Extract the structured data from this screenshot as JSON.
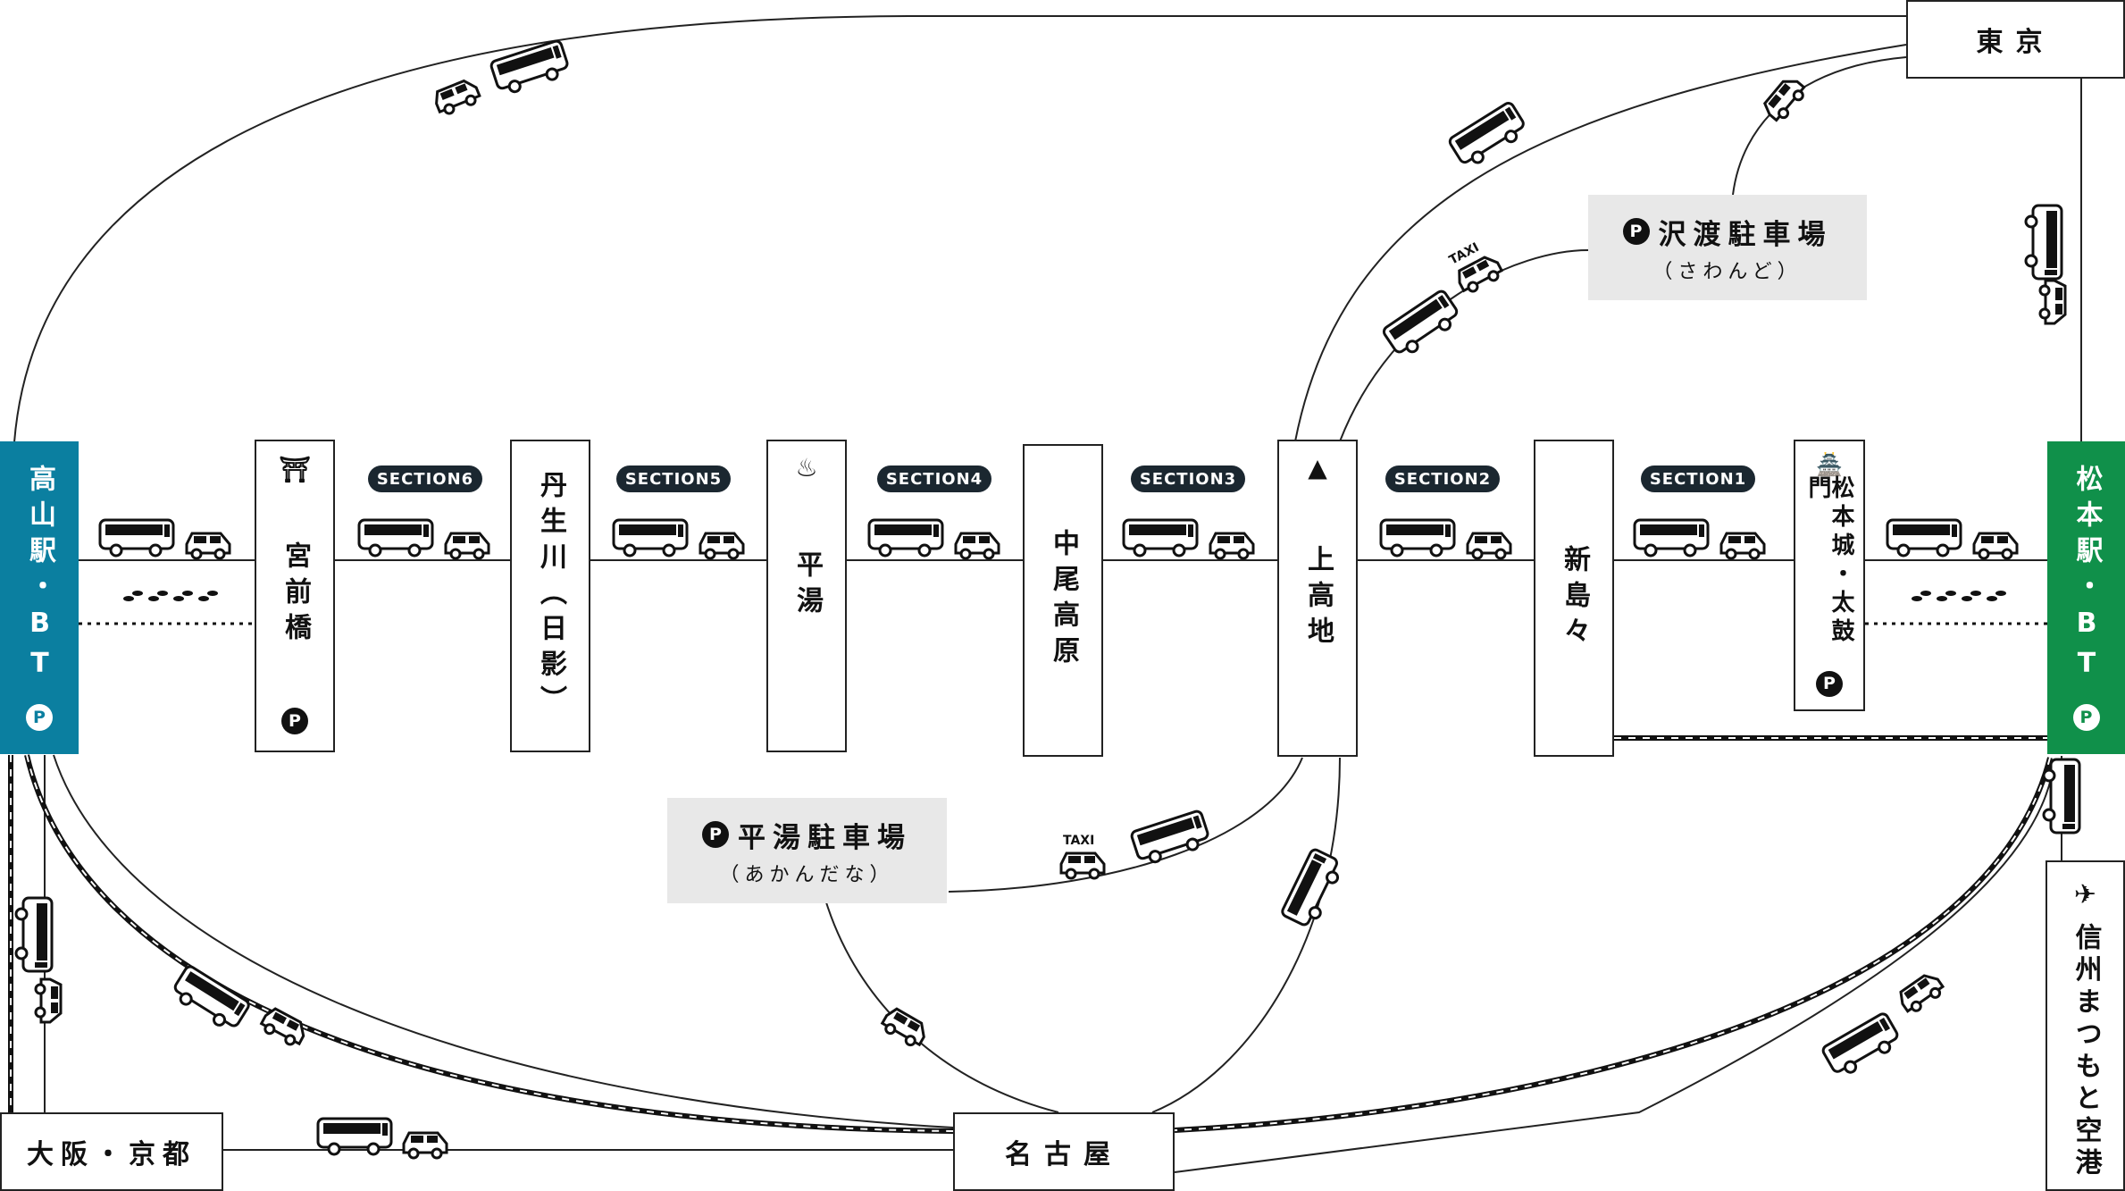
{
  "terminals": {
    "takayama": {
      "label": "高山駅・BT",
      "color": "#0b7fa0"
    },
    "matsumoto": {
      "label": "松本駅・BT",
      "color": "#10904a"
    }
  },
  "stops": [
    {
      "id": "miyamaebashi",
      "label": "宮前橋",
      "icon": "torii-icon",
      "icon_glyph": "⛩",
      "parking": "P"
    },
    {
      "id": "nyukawa",
      "label": "丹生川（日影）"
    },
    {
      "id": "hirayu",
      "label": "平湯",
      "icon": "hot-spring-icon",
      "icon_glyph": "♨"
    },
    {
      "id": "nakaokogen",
      "label": "中尾高原"
    },
    {
      "id": "kamikochi",
      "label": "上高地",
      "icon": "mountain-icon",
      "icon_glyph": "▲"
    },
    {
      "id": "shinshimashima",
      "label": "新島々"
    },
    {
      "id": "matsumotojo",
      "label": "松本城・太鼓門",
      "icon": "castle-icon",
      "icon_glyph": "🏯",
      "parking": "P"
    }
  ],
  "sections": [
    "SECTION6",
    "SECTION5",
    "SECTION4",
    "SECTION3",
    "SECTION2",
    "SECTION1"
  ],
  "cities": {
    "tokyo": "東京",
    "osaka": "大阪・京都",
    "nagoya": "名古屋",
    "airport": "信州まつもと空港"
  },
  "parking_lots": {
    "sawando": {
      "p": "P",
      "name": "沢渡駐車場",
      "kana": "（さわんど）"
    },
    "hirayu": {
      "p": "P",
      "name": "平湯駐車場",
      "kana": "（あかんだな）"
    }
  },
  "terminal_parking": "P",
  "taxi_label": "TAXI",
  "icons": {
    "bus": "bus-icon",
    "car": "car-icon",
    "taxi": "taxi-icon",
    "footprints": "footprints-icon",
    "airplane": "airplane-icon"
  },
  "colors": {
    "line": "#222222",
    "pill": "#1b2730",
    "parking_bg": "#e8e8e8"
  }
}
